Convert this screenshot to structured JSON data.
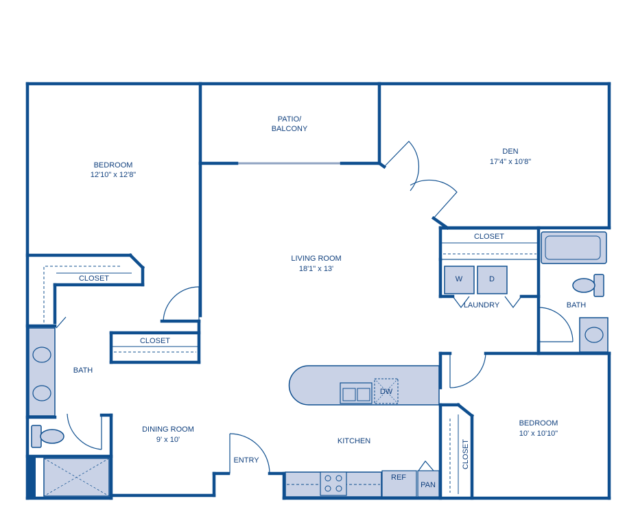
{
  "floorplan": {
    "rooms": {
      "patio": {
        "name_line1": "PATIO/",
        "name_line2": "BALCONY"
      },
      "bedroom1": {
        "name": "BEDROOM",
        "size": "12'10\" x 12'8\""
      },
      "den": {
        "name": "DEN",
        "size": "17'4\" x 10'8\""
      },
      "living": {
        "name": "LIVING ROOM",
        "size": "18'1\" x 13'"
      },
      "dining": {
        "name": "DINING ROOM",
        "size": "9' x 10'"
      },
      "kitchen": {
        "name": "KITCHEN"
      },
      "entry": {
        "name": "ENTRY"
      },
      "bath1": {
        "name": "BATH"
      },
      "bath2": {
        "name": "BATH"
      },
      "laundry": {
        "name": "LAUNDRY"
      },
      "bedroom2": {
        "name": "BEDROOM",
        "size": "10' x 10'10\""
      }
    },
    "closets": {
      "bedroom1": "CLOSET",
      "hall": "CLOSET",
      "den": "CLOSET",
      "bedroom2": "CLOSET"
    },
    "appliances": {
      "washer": "W",
      "dryer": "D",
      "dishwasher": "DW",
      "refrigerator": "REF",
      "pantry": "PAN"
    },
    "colors": {
      "wall": "#0f4f8f",
      "fixture": "#c9d2e6",
      "text": "#0f3f7d"
    }
  }
}
